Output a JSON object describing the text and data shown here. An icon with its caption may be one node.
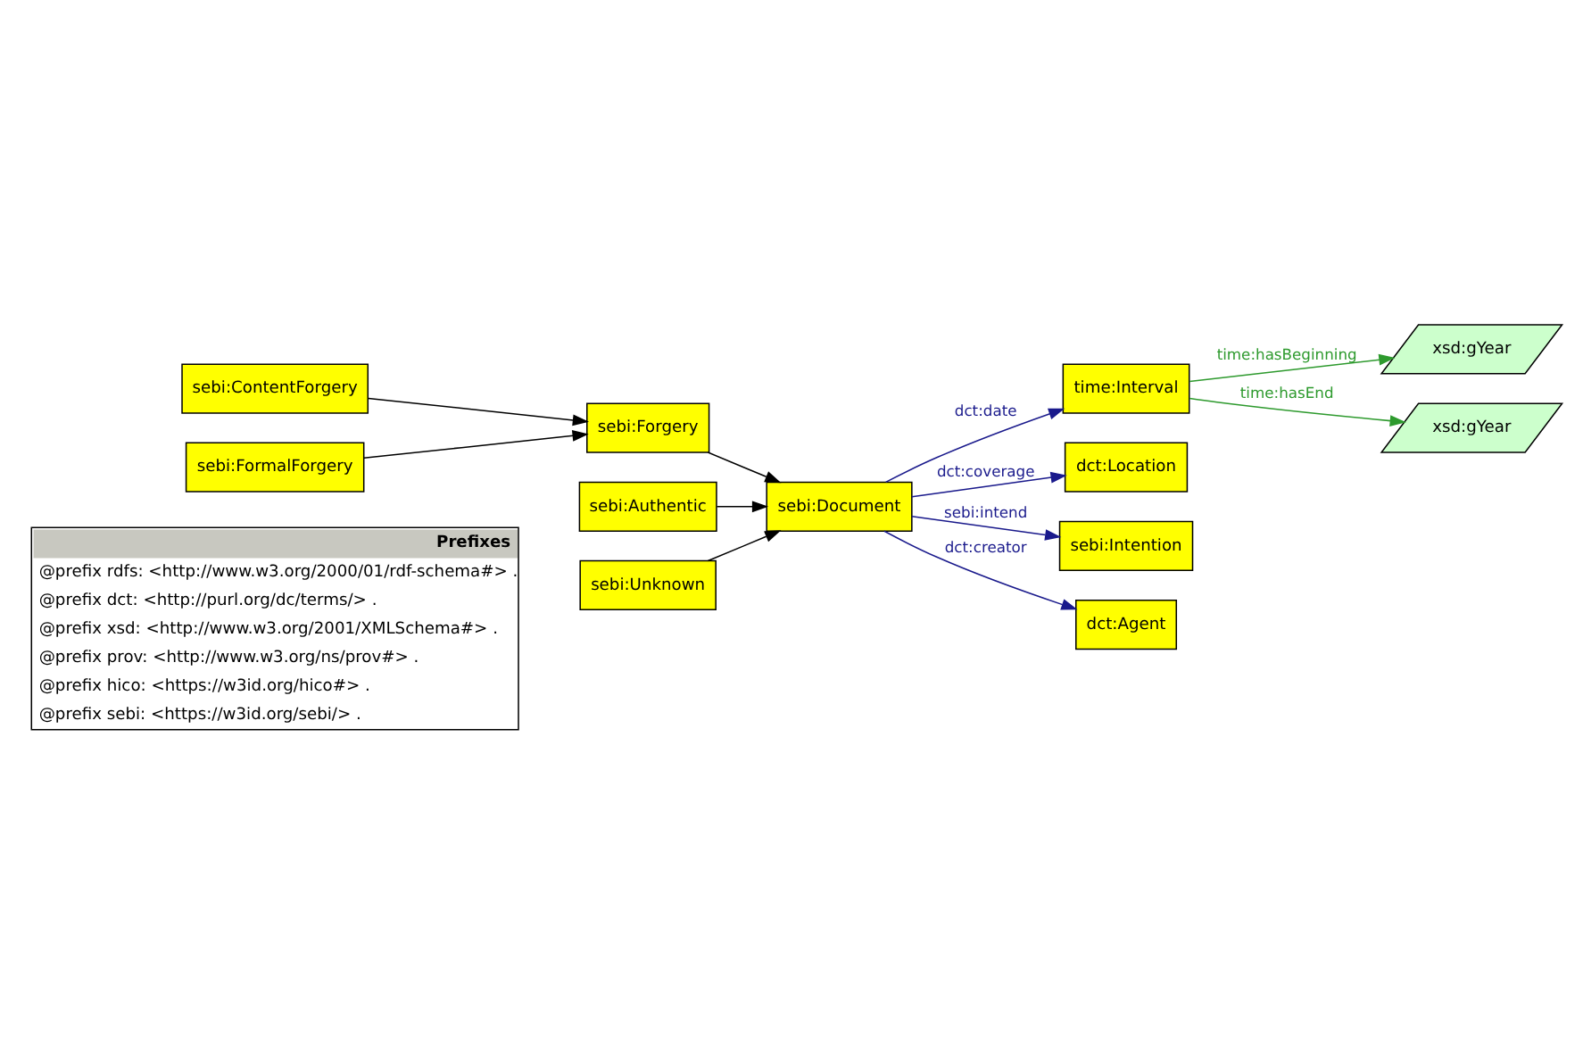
{
  "diagram": {
    "nodes": [
      {
        "text": [
          "Prefixes",
          "@prefix rdfs: <http://www.w3.org/2000/01/rdf-schema#> .",
          "@prefix dct: <http://purl.org/dc/terms/> .",
          "@prefix xsd: <http://www.w3.org/2001/XMLSchema#> .",
          "@prefix prov: <http://www.w3.org/ns/prov#> .",
          "@prefix hico: <https://w3id.org/hico#> .",
          "@prefix sebi: <https://w3id.org/sebi/> ."
        ]
      },
      {
        "text": [
          "xsd:gYear"
        ]
      },
      {
        "text": [
          "xsd:gYear"
        ]
      },
      {
        "text": [
          "sebi:ContentForgery"
        ]
      },
      {
        "text": [
          "sebi:FormalForgery"
        ]
      },
      {
        "text": [
          "time:Interval"
        ]
      },
      {
        "text": [
          "sebi:Forgery"
        ]
      },
      {
        "text": [
          "dct:Location"
        ]
      },
      {
        "text": [
          "sebi:Authentic"
        ]
      },
      {
        "text": [
          "sebi:Document"
        ]
      },
      {
        "text": [
          "sebi:Unknown"
        ]
      },
      {
        "text": [
          "sebi:Intention"
        ]
      },
      {
        "text": [
          "dct:Agent"
        ]
      }
    ],
    "edges": [
      {
        "from": 3,
        "to": 6,
        "arrow": "to"
      },
      {
        "from": 4,
        "to": 6,
        "arrow": "to"
      },
      {
        "from": 6,
        "to": 9,
        "arrow": "to"
      },
      {
        "from": 8,
        "to": 9,
        "arrow": "to"
      },
      {
        "from": 10,
        "to": 9,
        "arrow": "to"
      },
      {
        "from": 9,
        "to": 5,
        "arrow": "to",
        "label": "dct:date",
        "color": "#1a1a8c"
      },
      {
        "from": 9,
        "to": 7,
        "arrow": "to",
        "label": "dct:coverage",
        "color": "#1a1a8c"
      },
      {
        "from": 9,
        "to": 11,
        "arrow": "to",
        "label": "sebi:intend",
        "color": "#1a1a8c"
      },
      {
        "from": 9,
        "to": 12,
        "arrow": "to",
        "label": "dct:creator",
        "color": "#1a1a8c"
      },
      {
        "from": 5,
        "to": 1,
        "arrow": "to",
        "label": "time:hasBeginning",
        "color": "#2e9a2e"
      },
      {
        "from": 5,
        "to": 2,
        "arrow": "to",
        "label": "time:hasEnd",
        "color": "#2e9a2e"
      }
    ]
  }
}
